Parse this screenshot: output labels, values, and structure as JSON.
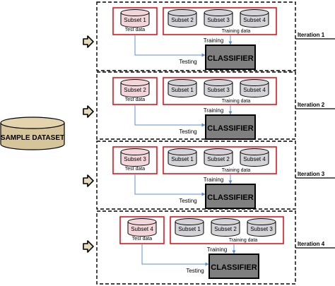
{
  "sample_dataset_label": "SAMPLE DATASET",
  "classifier_label": "CLASSIFIER",
  "test_data_label": "Test data",
  "training_data_label": "Training data",
  "training_arrow_label": "Training",
  "testing_arrow_label": "Testing",
  "iterations": [
    {
      "label": "Iteration 1",
      "test_subset": "Subset 1",
      "training_subsets": [
        "Subset 2",
        "Subset 3",
        "Subset 4"
      ]
    },
    {
      "label": "Iteration 2",
      "test_subset": "Subset 2",
      "training_subsets": [
        "Subset 1",
        "Subset 3",
        "Subset 4"
      ]
    },
    {
      "label": "Iteration 3",
      "test_subset": "Subset 3",
      "training_subsets": [
        "Subset 1",
        "Subset 2",
        "Subset 4"
      ]
    },
    {
      "label": "Iteration 4",
      "test_subset": "Subset 4",
      "training_subsets": [
        "Subset 1",
        "Subset 2",
        "Subset 3"
      ]
    }
  ],
  "colors": {
    "test_cylinder": "#f2d6da",
    "train_cylinder": "#d4d4d8",
    "dataset_cylinder": "#d6c49a",
    "classifier_fill": "#7f7f7f",
    "red_border": "#e0141e",
    "arrow_blue": "#5b8fd0",
    "pointer_fill": "#e6dcbc"
  }
}
